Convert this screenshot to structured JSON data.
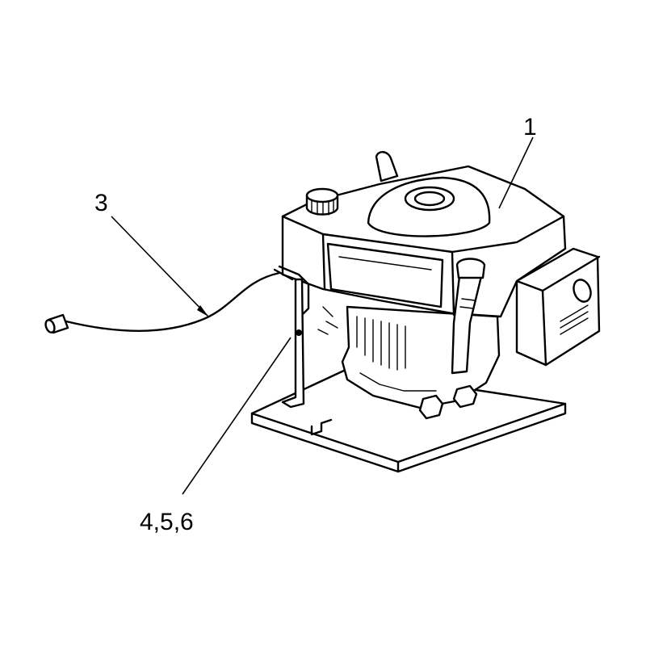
{
  "callouts": {
    "engine": "1",
    "cable": "3",
    "bracket_hardware": "4,5,6"
  }
}
